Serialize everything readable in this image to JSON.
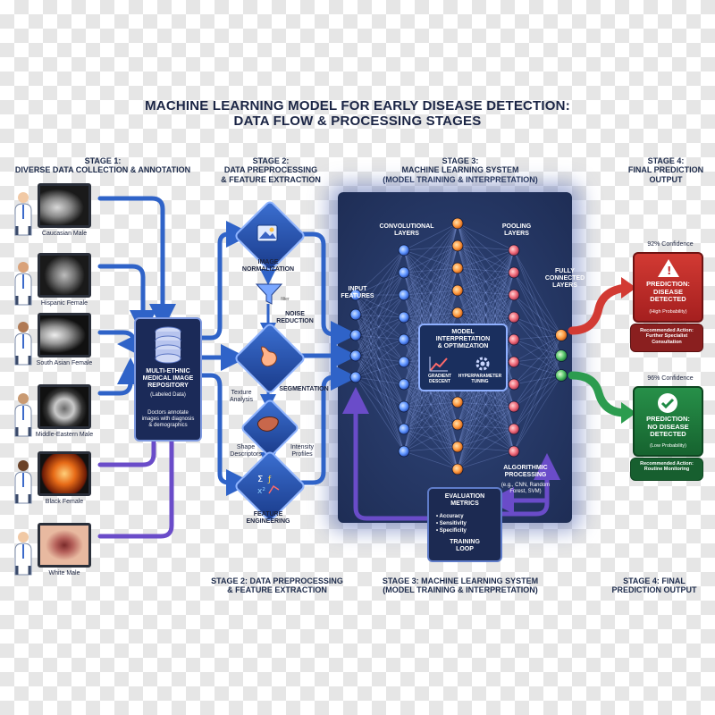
{
  "title": "MACHINE LEARNING MODEL FOR EARLY DISEASE DETECTION:\nDATA FLOW & PROCESSING STAGES",
  "stages": {
    "s1": "STAGE 1:\nDIVERSE DATA COLLECTION & ANNOTATION",
    "s2": "STAGE 2:\nDATA PREPROCESSING\n& FEATURE EXTRACTION",
    "s3": "STAGE 3:\nMACHINE LEARNING SYSTEM\n(MODEL TRAINING & INTERPRETATION)",
    "s4": "STAGE 4:\nFINAL PREDICTION\nOUTPUT"
  },
  "footer": {
    "s2": "STAGE 2: DATA PREPROCESSING\n& FEATURE EXTRACTION",
    "s3": "STAGE 3: MACHINE LEARNING SYSTEM\n(MODEL TRAINING & INTERPRETATION)",
    "s4": "STAGE 4: FINAL\nPREDICTION OUTPUT"
  },
  "patients": [
    {
      "label": "Caucasian Male",
      "scan": "xray"
    },
    {
      "label": "Hispanic Female",
      "scan": "mri"
    },
    {
      "label": "South Asian Female",
      "scan": "mammo"
    },
    {
      "label": "Middle-Eastern Male",
      "scan": "ct"
    },
    {
      "label": "Black Female",
      "scan": "retina"
    },
    {
      "label": "White Male",
      "scan": "skin"
    }
  ],
  "repository": {
    "label": "MULTI-ETHNIC\nMEDICAL IMAGE\nREPOSITORY",
    "sub": "(Labeled Data)",
    "note": "Doctors annotate\nimages with diagnosis\n& demographics"
  },
  "preprocessing": {
    "image_norm": "IMAGE\nNORMALIZATION",
    "filter": "filter",
    "noise": "NOISE\nREDUCTION",
    "segmentation": "SEGMENTATION",
    "texture": "Texture\nAnalysis",
    "shape": "Shape\nDescriptors",
    "intensity": "Intensity\nProfiles",
    "feature_eng": "FEATURE\nENGINEERING"
  },
  "network": {
    "input": "INPUT\nFEATURES",
    "conv": "CONVOLUTIONAL\nLAYERS",
    "pool": "POOLING\nLAYERS",
    "fc": "FULLY\nCONNECTED\nLAYERS",
    "interp_title": "MODEL\nINTERPRETATION\n& OPTIMIZATION",
    "gd": "GRADIENT\nDESCENT",
    "hp": "HYPERPARAMETER\nTUNING",
    "algo": "ALGORITHMIC\nPROCESSING",
    "algo_sub": "(e.g., CNN, Random\nForest, SVM)"
  },
  "evaluation": {
    "title": "EVALUATION\nMETRICS",
    "items": [
      "Accuracy",
      "Sensitivity",
      "Specificity"
    ],
    "loop": "TRAINING\nLOOP"
  },
  "predictions": {
    "disease": {
      "confidence": "92% Confidence",
      "label": "PREDICTION:\nDISEASE\nDETECTED",
      "prob": "(High Probability)",
      "action": "Recommended Action:\nFurther Specialist\nConsultation",
      "color": "#c62f2f"
    },
    "none": {
      "confidence": "96% Confidence",
      "label": "PREDICTION:\nNO DISEASE\nDETECTED",
      "prob": "(Low Probability)",
      "action": "Recommended Action:\nRoutine Monitoring",
      "color": "#1f8a45"
    }
  },
  "icons": [
    "doctor-icon",
    "database-icon",
    "image-icon",
    "funnel-icon",
    "stomach-icon",
    "liver-icon",
    "formula-icon",
    "chart-icon",
    "gear-icon",
    "warning-icon",
    "check-icon"
  ]
}
